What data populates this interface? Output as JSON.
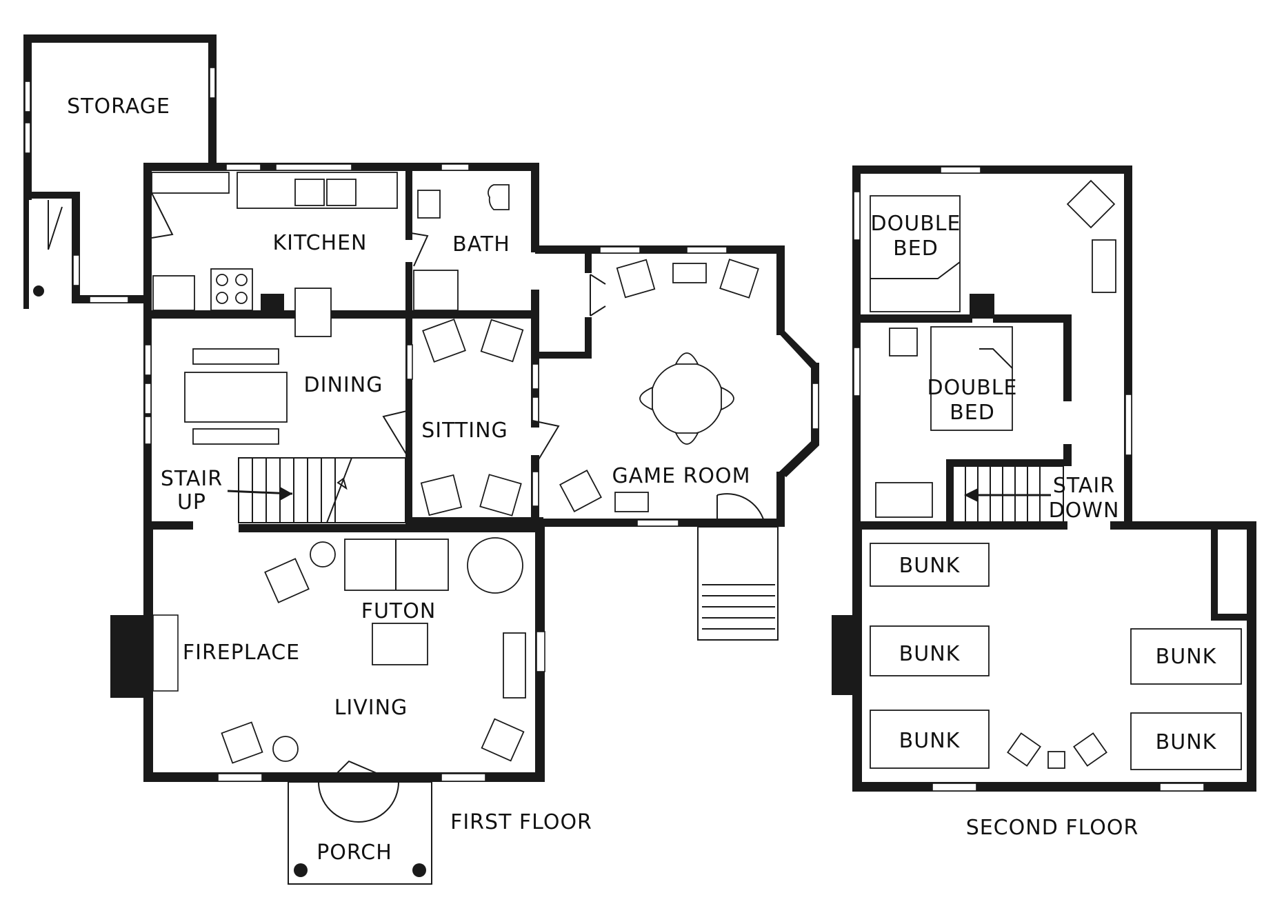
{
  "floors": {
    "first": {
      "caption": "FIRST FLOOR",
      "rooms": {
        "storage": "STORAGE",
        "kitchen": "KITCHEN",
        "bath": "BATH",
        "dining": "DINING",
        "sitting": "SITTING",
        "game_room": "GAME ROOM",
        "stair_up_1": "STAIR",
        "stair_up_2": "UP",
        "futon": "FUTON",
        "fireplace": "FIREPLACE",
        "living": "LIVING",
        "porch": "PORCH"
      }
    },
    "second": {
      "caption": "SECOND FLOOR",
      "rooms": {
        "double_bed_1_a": "DOUBLE",
        "double_bed_1_b": "BED",
        "double_bed_2_a": "DOUBLE",
        "double_bed_2_b": "BED",
        "stair_down_1": "STAIR",
        "stair_down_2": "DOWN",
        "bunk_1": "BUNK",
        "bunk_2": "BUNK",
        "bunk_3": "BUNK",
        "bunk_4": "BUNK",
        "bunk_5": "BUNK"
      }
    }
  },
  "colors": {
    "ink": "#1a1a1a",
    "paper": "#ffffff"
  }
}
